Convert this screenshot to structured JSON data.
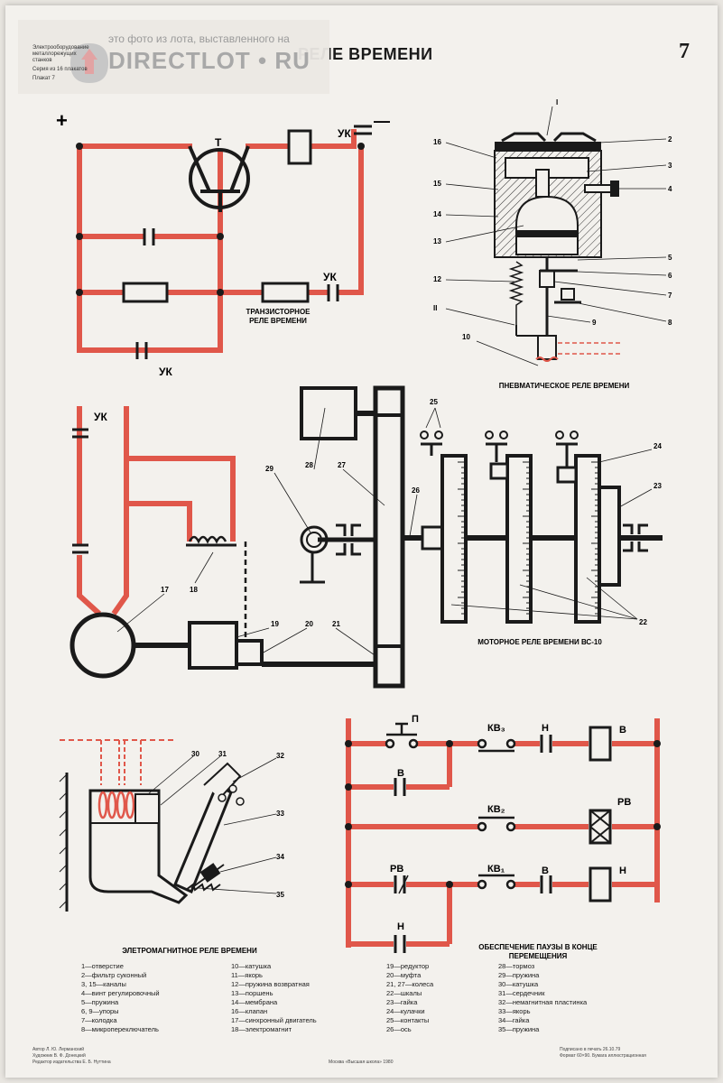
{
  "header": {
    "title": "РЕЛЕ ВРЕМЕНИ",
    "page_number": "7"
  },
  "watermark": {
    "caption": "это фото из лота, выставленного на",
    "brand": "DIRECTLOT • RU",
    "series_lines": [
      "Электрооборудование",
      "металлорежущих",
      "станков",
      "Серия из 16 плакатов",
      "Плакат 7"
    ]
  },
  "transistor_relay": {
    "caption_line1": "ТРАНЗИСТОРНОЕ",
    "caption_line2": "РЕЛЕ ВРЕМЕНИ",
    "plus": "+",
    "minus": "—",
    "transistor": "Т",
    "uk_top": "УК",
    "uk_mid": "УК",
    "uk_bottom": "УК"
  },
  "pneumatic_relay": {
    "caption": "ПНЕВМАТИЧЕСКОЕ РЕЛЕ ВРЕМЕНИ",
    "labels": [
      "I",
      "16",
      "15",
      "14",
      "13",
      "12",
      "II",
      "10",
      "2",
      "3",
      "4",
      "5",
      "6",
      "7",
      "9",
      "8"
    ]
  },
  "motor_relay": {
    "caption": "МОТОРНОЕ РЕЛЕ ВРЕМЕНИ ВС-10",
    "uk": "УК",
    "labels": [
      "17",
      "18",
      "19",
      "20",
      "21",
      "22",
      "23",
      "24",
      "25",
      "26",
      "27",
      "28",
      "29"
    ]
  },
  "em_relay": {
    "caption": "ЭЛЕТРОМАГНИТНОЕ РЕЛЕ ВРЕМЕНИ",
    "labels": [
      "30",
      "31",
      "32",
      "33",
      "34",
      "35"
    ]
  },
  "pause_circuit": {
    "caption_line1": "ОБЕСПЕЧЕНИЕ ПАУЗЫ В КОНЦЕ",
    "caption_line2": "ПЕРЕМЕЩЕНИЯ",
    "labels": {
      "p": "П",
      "kv3": "КВ₃",
      "n1": "Н",
      "b1": "В",
      "b2": "В",
      "kv2": "КВ₂",
      "rv1": "РВ",
      "rv2": "РВ",
      "kv1": "КВ₁",
      "b3": "В",
      "n2": "Н",
      "n3": "Н"
    }
  },
  "legend": {
    "col1": [
      "1—отверстие",
      "2—фильтр суконный",
      "3, 15—каналы",
      "4—винт регулировочный",
      "5—пружина",
      "6, 9—упоры",
      "7—колодка",
      "8—микропереключатель"
    ],
    "col2": [
      "10—катушка",
      "11—якорь",
      "12—пружина возвратная",
      "13—поршень",
      "14—мембрана",
      "16—клапан",
      "17—синхронный двигатель",
      "18—электромагнит"
    ],
    "col3": [
      "19—редуктор",
      "20—муфта",
      "21, 27—колеса",
      "22—шкалы",
      "23—гайка",
      "24—кулачки",
      "25—контакты",
      "26—ось"
    ],
    "col4": [
      "28—тормоз",
      "29—пружина",
      "30—катушка",
      "31—сердечник",
      "32—немагнитная пластинка",
      "33—якорь",
      "34—гайка",
      "35—пружина"
    ]
  },
  "footer": {
    "left": [
      "Автор Л. Ю. Лерманский",
      "Художник В. Ф. Донецкий",
      "Редактор издательства Е. Б. Нуттина"
    ],
    "center": "Москва «Высшая школа» 1980",
    "right": [
      "Подписано в печать 26.10.79",
      "Формат 60×90. Бумага иллюстрационная"
    ]
  },
  "colors": {
    "wire_red": "#e0574a",
    "ink": "#1a1a1a",
    "paper": "#f3f1ed"
  }
}
